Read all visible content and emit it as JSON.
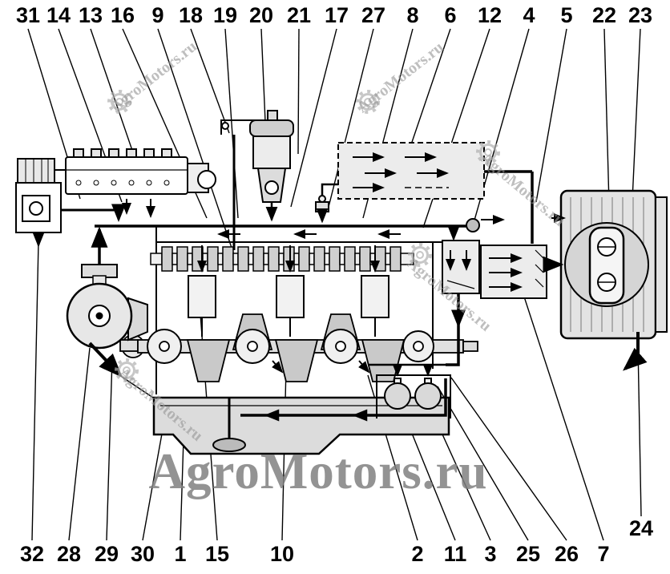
{
  "diagram": {
    "title": "Engine lubrication system schematic (parts-catalog illustration)",
    "watermark_main": "AgroMotors.ru",
    "watermark_diagonal": "AgroMotors.ru",
    "colors": {
      "line": "#000000",
      "component_fill": "#dcdcdc",
      "watermark_gray": "#8a8a8a"
    },
    "icons": {
      "gear_watermark": "gear"
    },
    "callouts": {
      "top": [
        "31",
        "14",
        "13",
        "16",
        "9",
        "18",
        "19",
        "20",
        "21",
        "17",
        "27",
        "8",
        "6",
        "12",
        "4",
        "5",
        "22",
        "23"
      ],
      "bottom": [
        "32",
        "28",
        "29",
        "30",
        "1",
        "15",
        "10",
        "2",
        "11",
        "3",
        "25",
        "26",
        "7",
        "24"
      ]
    }
  }
}
